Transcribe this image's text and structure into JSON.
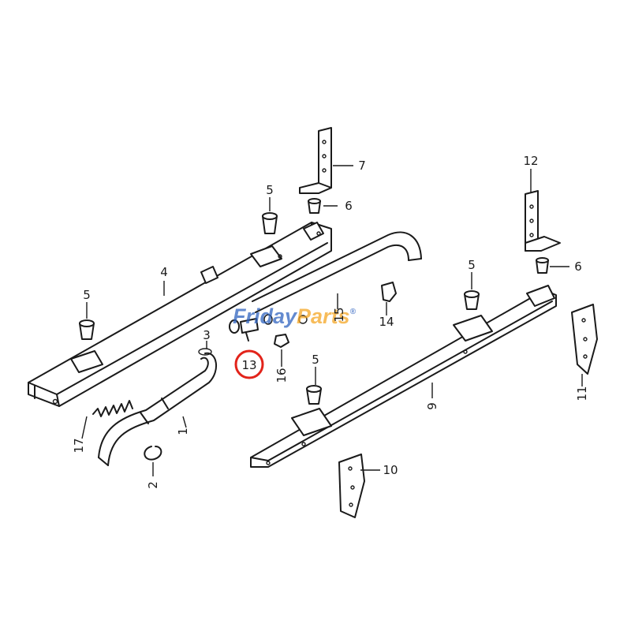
{
  "labels": {
    "p1": "1",
    "p2": "2",
    "p3": "3",
    "p4": "4",
    "p5a": "5",
    "p5b": "5",
    "p5c": "5",
    "p5d": "5",
    "p6a": "6",
    "p6b": "6",
    "p7": "7",
    "p9": "9",
    "p10": "10",
    "p11": "11",
    "p12": "12",
    "p13": "13",
    "p14": "14",
    "p15": "15",
    "p16": "16",
    "p17": "17"
  },
  "watermark": {
    "word1": "Friday",
    "word2": "Parts",
    "reg": "®"
  },
  "colors": {
    "highlight": "#e2231a",
    "watermark_blue": "#2f63c0",
    "watermark_orange": "#f5a623",
    "line": "#1a1a1a"
  }
}
